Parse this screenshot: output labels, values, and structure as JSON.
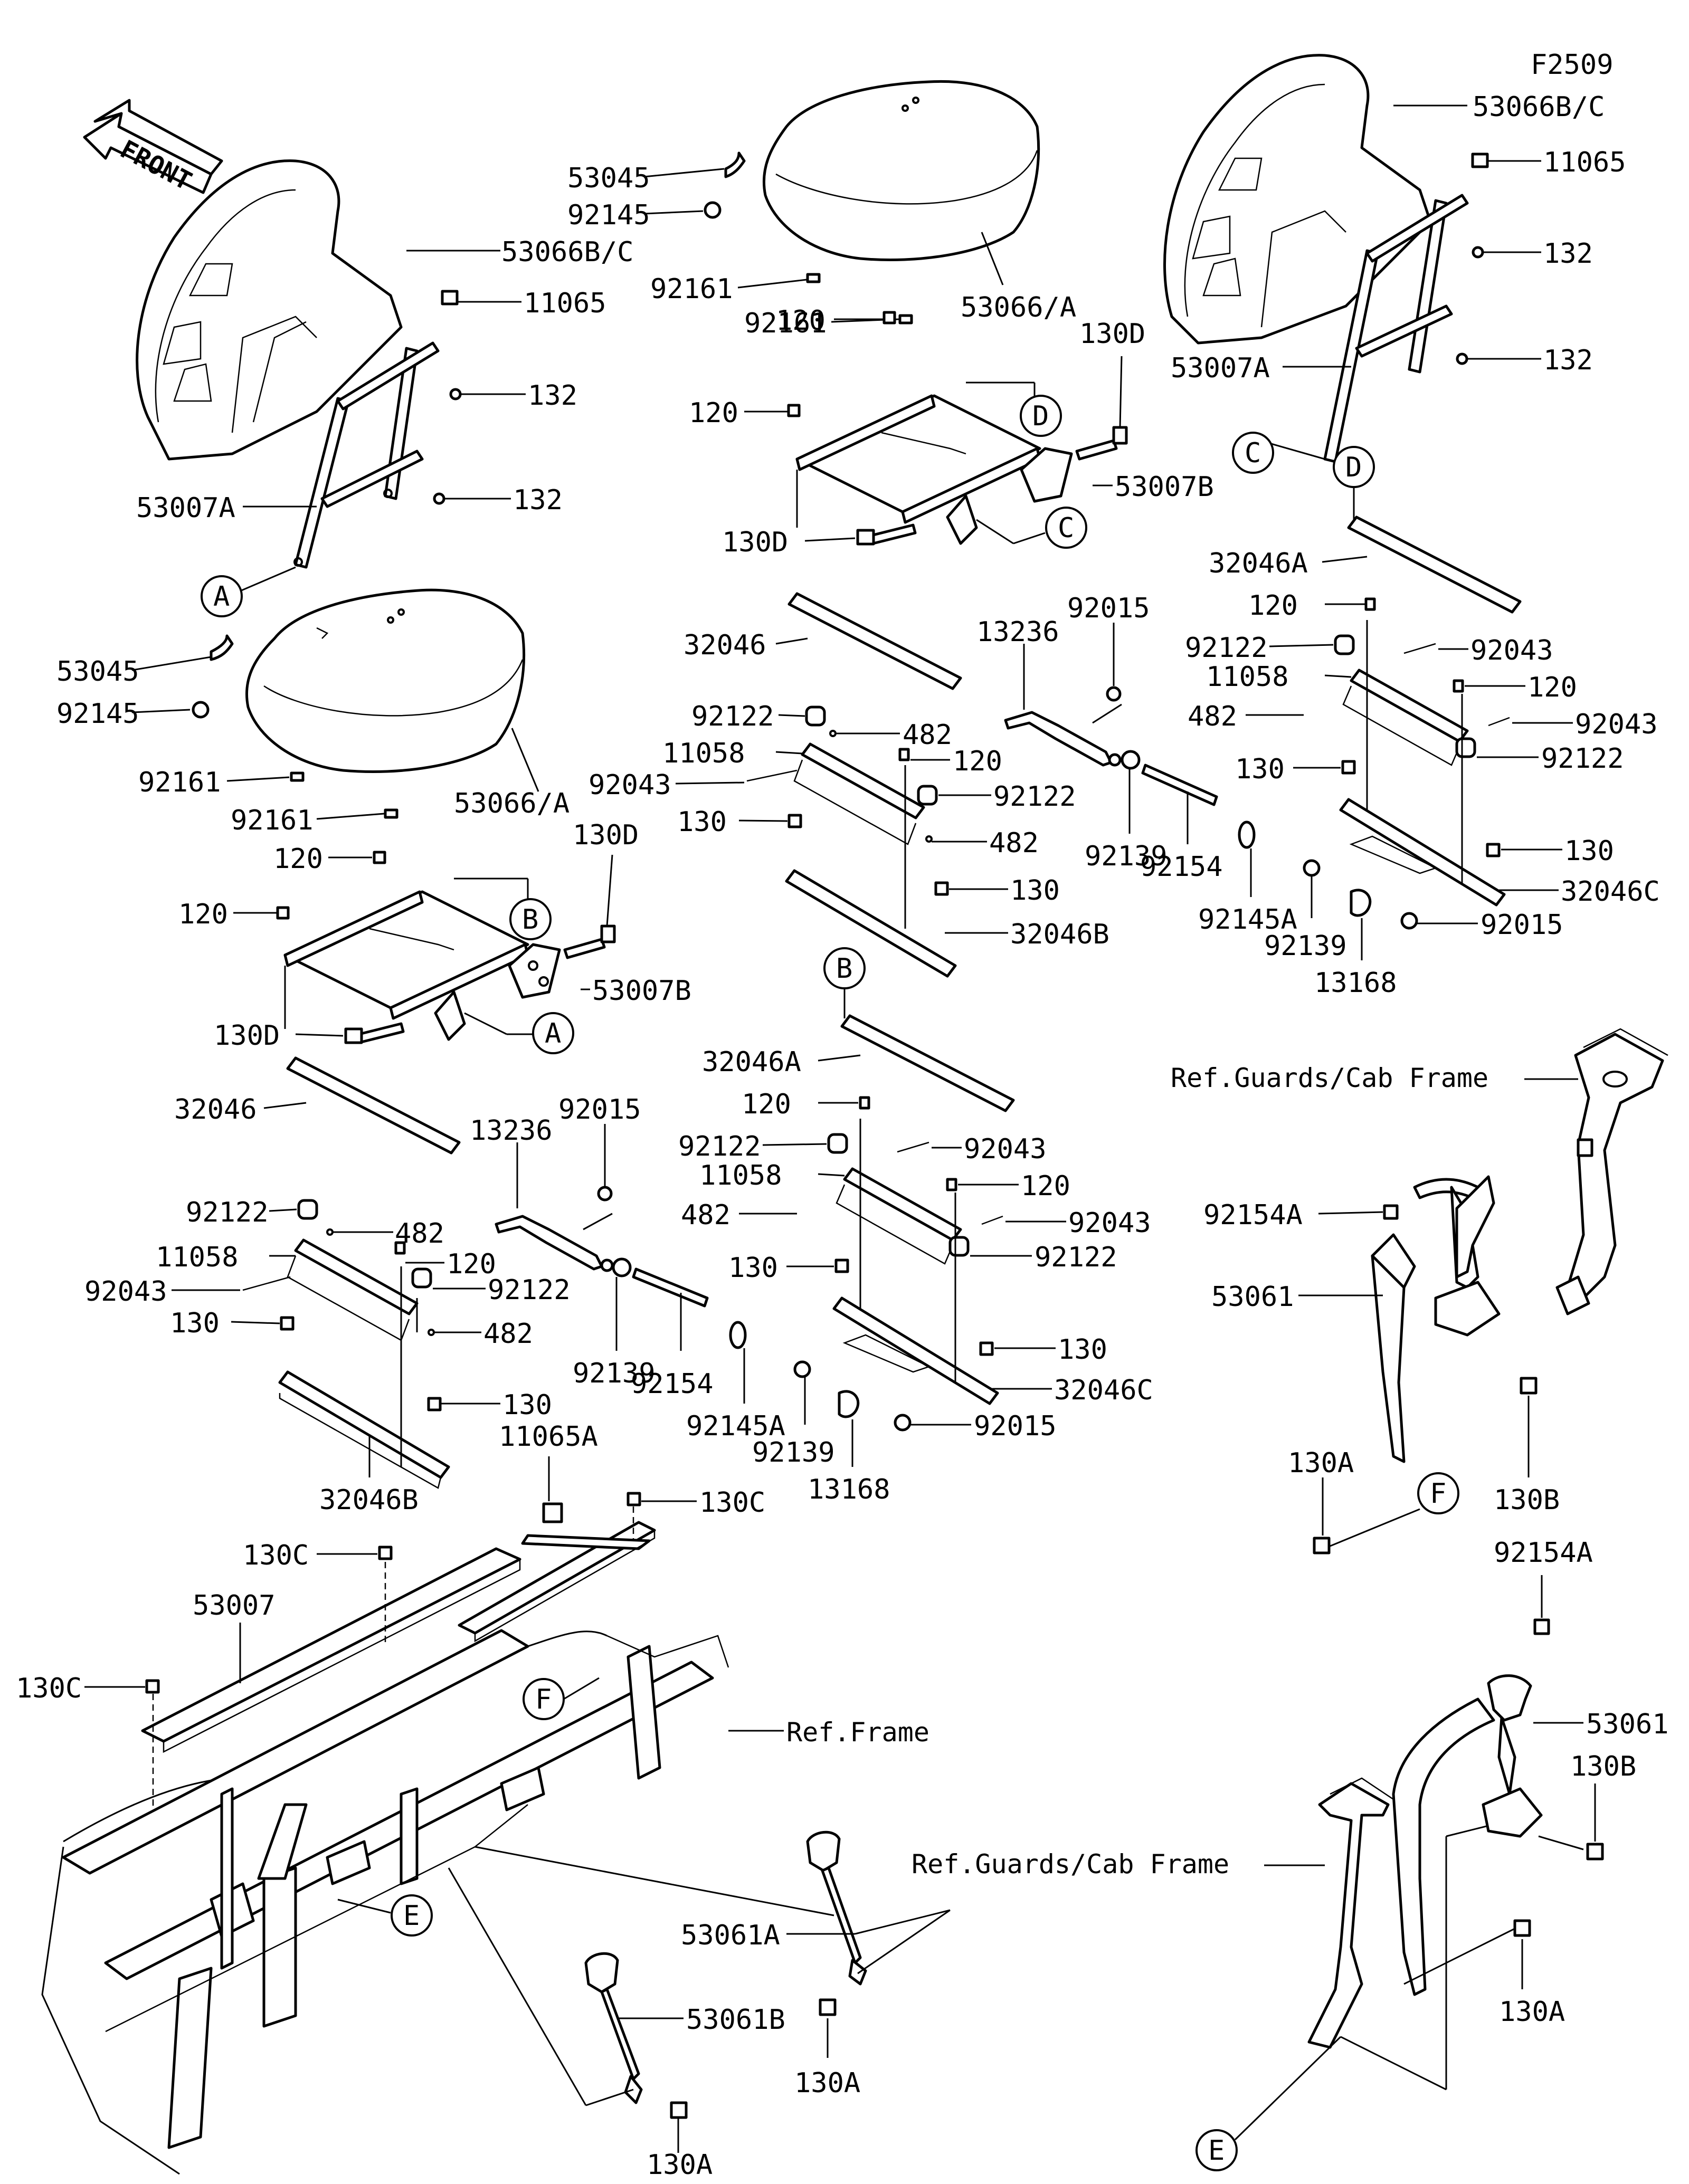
{
  "figure_code": "F2509",
  "front_marker": "FRONT",
  "refs": {
    "guards_cab_frame_top": "Ref.Guards/Cab Frame",
    "guards_cab_frame_bottom": "Ref.Guards/Cab Frame",
    "frame": "Ref.Frame"
  },
  "callouts": [
    "A",
    "B",
    "C",
    "D",
    "E",
    "F"
  ],
  "labels": {
    "l53066bc_left": "53066B/C",
    "l11065_left": "11065",
    "l132_left_a": "132",
    "l132_left_b": "132",
    "l53007a_left": "53007A",
    "l53045_left": "53045",
    "l92145_left": "92145",
    "l92161_left_a": "92161",
    "l92161_left_b": "92161",
    "l53066a_left": "53066/A",
    "l120_left_a": "120",
    "l120_left_b": "120",
    "l130d_left_a": "130D",
    "l130d_left_b": "130D",
    "l53007b_left": "53007B",
    "l32046_left": "32046",
    "l92122_left_a": "92122",
    "l482_left_a": "482",
    "l11058_left": "11058",
    "l92043_left": "92043",
    "l120_left_c": "120",
    "l92122_left_b": "92122",
    "l130_left_a": "130",
    "l482_left_b": "482",
    "l130_left_b": "130",
    "l32046b_left": "32046B",
    "l13236_left": "13236",
    "l92015_left": "92015",
    "l92139_left": "92139",
    "l92154_left": "92154",
    "l92145a_left": "92145A",
    "l92139_left_b": "92139",
    "l92015_left_b": "92015",
    "l13168_left": "13168",
    "l32046a_mid": "32046A",
    "l120_mid_a": "120",
    "l92122_mid_a": "92122",
    "l92043_mid_a": "92043",
    "l11058_mid": "11058",
    "l120_mid_b": "120",
    "l482_mid": "482",
    "l92043_mid_b": "92043",
    "l130_mid_a": "130",
    "l92122_mid_b": "92122",
    "l130_mid_b": "130",
    "l32046c_mid": "32046C",
    "l53045_c": "53045",
    "l92145_c": "92145",
    "l92161_c_a": "92161",
    "l92161_c_b": "92161",
    "l53066a_c": "53066/A",
    "l120_c_a": "120",
    "l130d_c_a": "130D",
    "l120_c_b": "120",
    "l53007b_c": "53007B",
    "l130d_c_b": "130D",
    "l32046_c": "32046",
    "l92122_c_a": "92122",
    "l482_c_a": "482",
    "l11058_c": "11058",
    "l120_c_c": "120",
    "l92043_c": "92043",
    "l92122_c_b": "92122",
    "l130_c_a": "130",
    "l482_c_b": "482",
    "l130_c_b": "130",
    "l32046b_c": "32046B",
    "l13236_c": "13236",
    "l92015_c": "92015",
    "l92139_c": "92139",
    "l92154_c": "92154",
    "l92145a_c": "92145A",
    "l92139_c_b": "92139",
    "l92015_c_b": "92015",
    "l13168_c": "13168",
    "l53066bc_r": "53066B/C",
    "l11065_r": "11065",
    "l132_r_a": "132",
    "l53007a_r": "53007A",
    "l132_r_b": "132",
    "l32046a_r": "32046A",
    "l120_r_a": "120",
    "l92122_r_a": "92122",
    "l92043_r_a": "92043",
    "l11058_r": "11058",
    "l120_r_b": "120",
    "l482_r": "482",
    "l92043_r_b": "92043",
    "l130_r_a": "130",
    "l92122_r_b": "92122",
    "l130_r_b": "130",
    "l32046c_r": "32046C",
    "l92154a_r": "92154A",
    "l53061_r": "53061",
    "l130b_r": "130B",
    "l130a_r": "130A",
    "l11065a": "11065A",
    "l130c_a": "130C",
    "l130c_b": "130C",
    "l53007": "53007",
    "l130c_c": "130C",
    "l53061a": "53061A",
    "l53061b": "53061B",
    "l130a_a": "130A",
    "l130a_b": "130A",
    "l92154a_b": "92154A",
    "l53061_b": "53061",
    "l130b_b": "130B",
    "l130a_c": "130A"
  }
}
